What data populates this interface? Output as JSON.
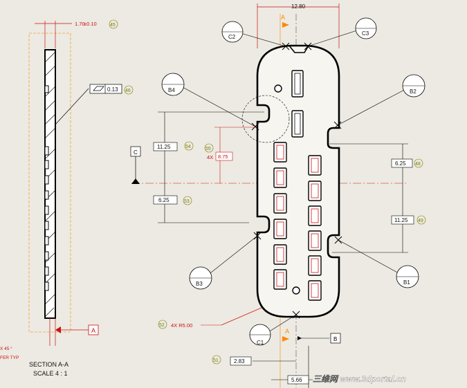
{
  "dimensions": {
    "top_width": "12.80",
    "thickness": "1.70",
    "thickness_tol": "±0.10",
    "left_upper": "11.25",
    "left_lower": "6.25",
    "right_upper": "6.25",
    "right_lower": "11.25",
    "slot_4x": "8.75",
    "slot_4x_prefix": "4X",
    "radius": "4X R5.00",
    "bottom_a": "2.83",
    "bottom_b": "5.66",
    "flatness": "0.13"
  },
  "balloons": {
    "b45": "45",
    "b46": "46",
    "b48": "48",
    "b49": "49",
    "b51": "51",
    "b52": "52",
    "b53": "53",
    "b54": "54",
    "b55": "55"
  },
  "detail_bubbles": [
    "C2",
    "C3",
    "B4",
    "B2",
    "B3",
    "B1",
    "C1"
  ],
  "datums": {
    "a": "A",
    "b": "B",
    "c": "C"
  },
  "section_marker": "A",
  "section": {
    "line1": "SECTION A-A",
    "line2": "SCALE 4 : 1"
  },
  "chamfer": {
    "line1": "X 45 °",
    "line2": "FER TYP"
  },
  "watermark": "三维网 www.3dportal.cn",
  "colors": {
    "background": "#eceae2",
    "accent": "#cc1111",
    "arrow": "#ff8800",
    "balloon": "#7b7b00"
  }
}
